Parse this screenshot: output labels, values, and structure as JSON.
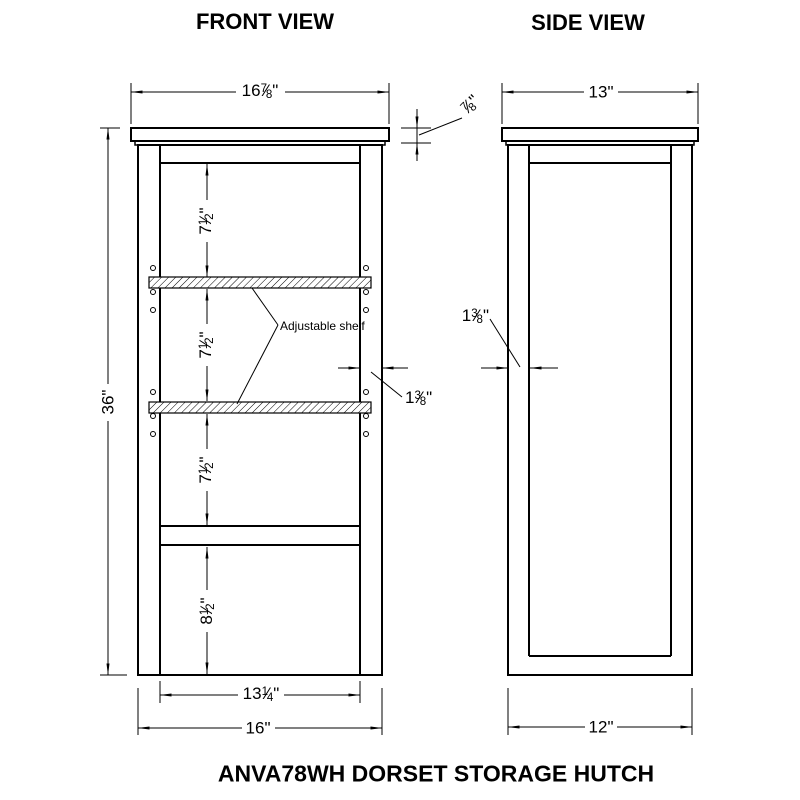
{
  "colors": {
    "ink": "#000000",
    "paper": "#ffffff"
  },
  "titles": {
    "front_view": "FRONT VIEW",
    "side_view": "SIDE VIEW",
    "product": "ANVA78WH DORSET STORAGE HUTCH"
  },
  "annotations": {
    "adjustable_shelf": "Adjustable shelf"
  },
  "dimensions": {
    "front_top_width": {
      "whole": "16",
      "num": "7",
      "slash": "⁄",
      "den": "8",
      "unit": "\""
    },
    "front_height": {
      "whole": "36",
      "unit": "\""
    },
    "top_thickness": {
      "num": "7",
      "slash": "⁄",
      "den": "8",
      "unit": "\""
    },
    "shelf_gap_upper": {
      "whole": "7",
      "num": "1",
      "slash": "⁄",
      "den": "2",
      "unit": "\""
    },
    "shelf_gap_middle": {
      "whole": "7",
      "num": "1",
      "slash": "⁄",
      "den": "2",
      "unit": "\""
    },
    "shelf_gap_lower": {
      "whole": "7",
      "num": "1",
      "slash": "⁄",
      "den": "2",
      "unit": "\""
    },
    "bottom_section_height": {
      "whole": "8",
      "num": "1",
      "slash": "⁄",
      "den": "2",
      "unit": "\""
    },
    "front_stile_width": {
      "whole": "1",
      "num": "3",
      "slash": "⁄",
      "den": "8",
      "unit": "\""
    },
    "front_interior_width": {
      "whole": "13",
      "num": "1",
      "slash": "⁄",
      "den": "4",
      "unit": "\""
    },
    "front_case_width": {
      "whole": "16",
      "unit": "\""
    },
    "side_top_depth": {
      "whole": "13",
      "unit": "\""
    },
    "side_stile_width": {
      "whole": "1",
      "num": "3",
      "slash": "⁄",
      "den": "8",
      "unit": "\""
    },
    "side_case_depth": {
      "whole": "12",
      "unit": "\""
    }
  }
}
